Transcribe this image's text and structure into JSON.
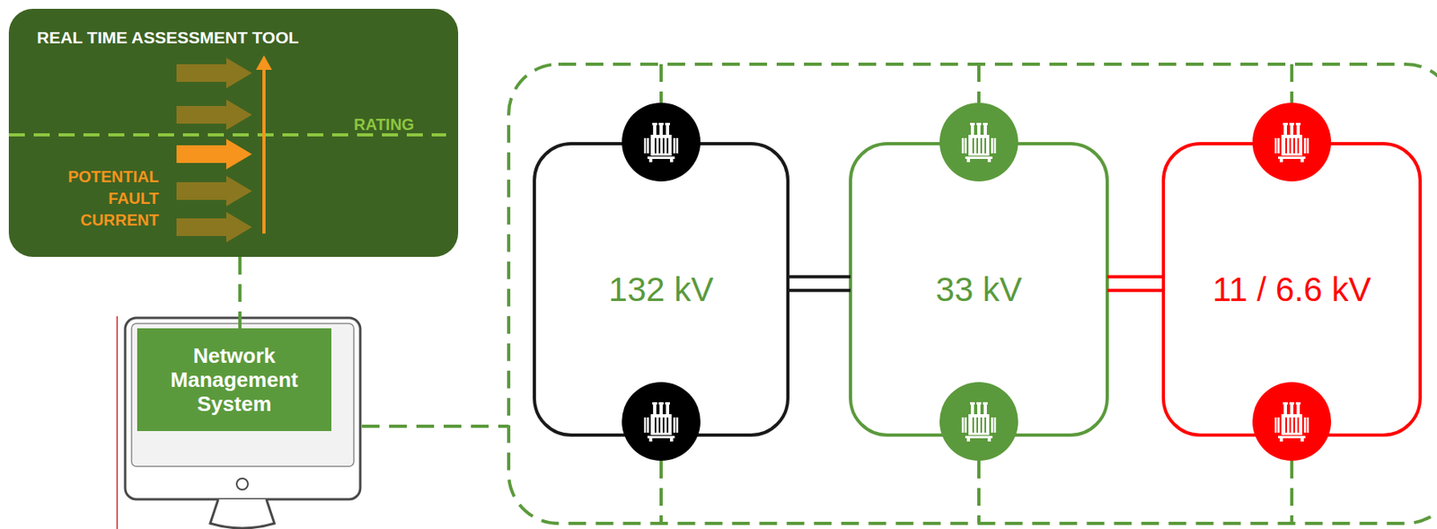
{
  "diagram": {
    "nodes": [
      {
        "text": [
          "REAL TIME ASSESSMENT TOOL",
          "RATING",
          "POTENTIAL FAULT CURRENT"
        ]
      },
      {
        "text": [
          "Network Management System"
        ]
      },
      {
        "text": [
          "132 kV"
        ]
      },
      {
        "text": [
          "33 kV"
        ]
      },
      {
        "text": [
          "11 / 6.6 kV"
        ]
      }
    ],
    "edges": [
      {
        "from": 0,
        "to": 1,
        "arrow": "none"
      },
      {
        "from": 2,
        "to": 3,
        "arrow": "none"
      },
      {
        "from": 3,
        "to": 4,
        "arrow": "none"
      }
    ]
  }
}
